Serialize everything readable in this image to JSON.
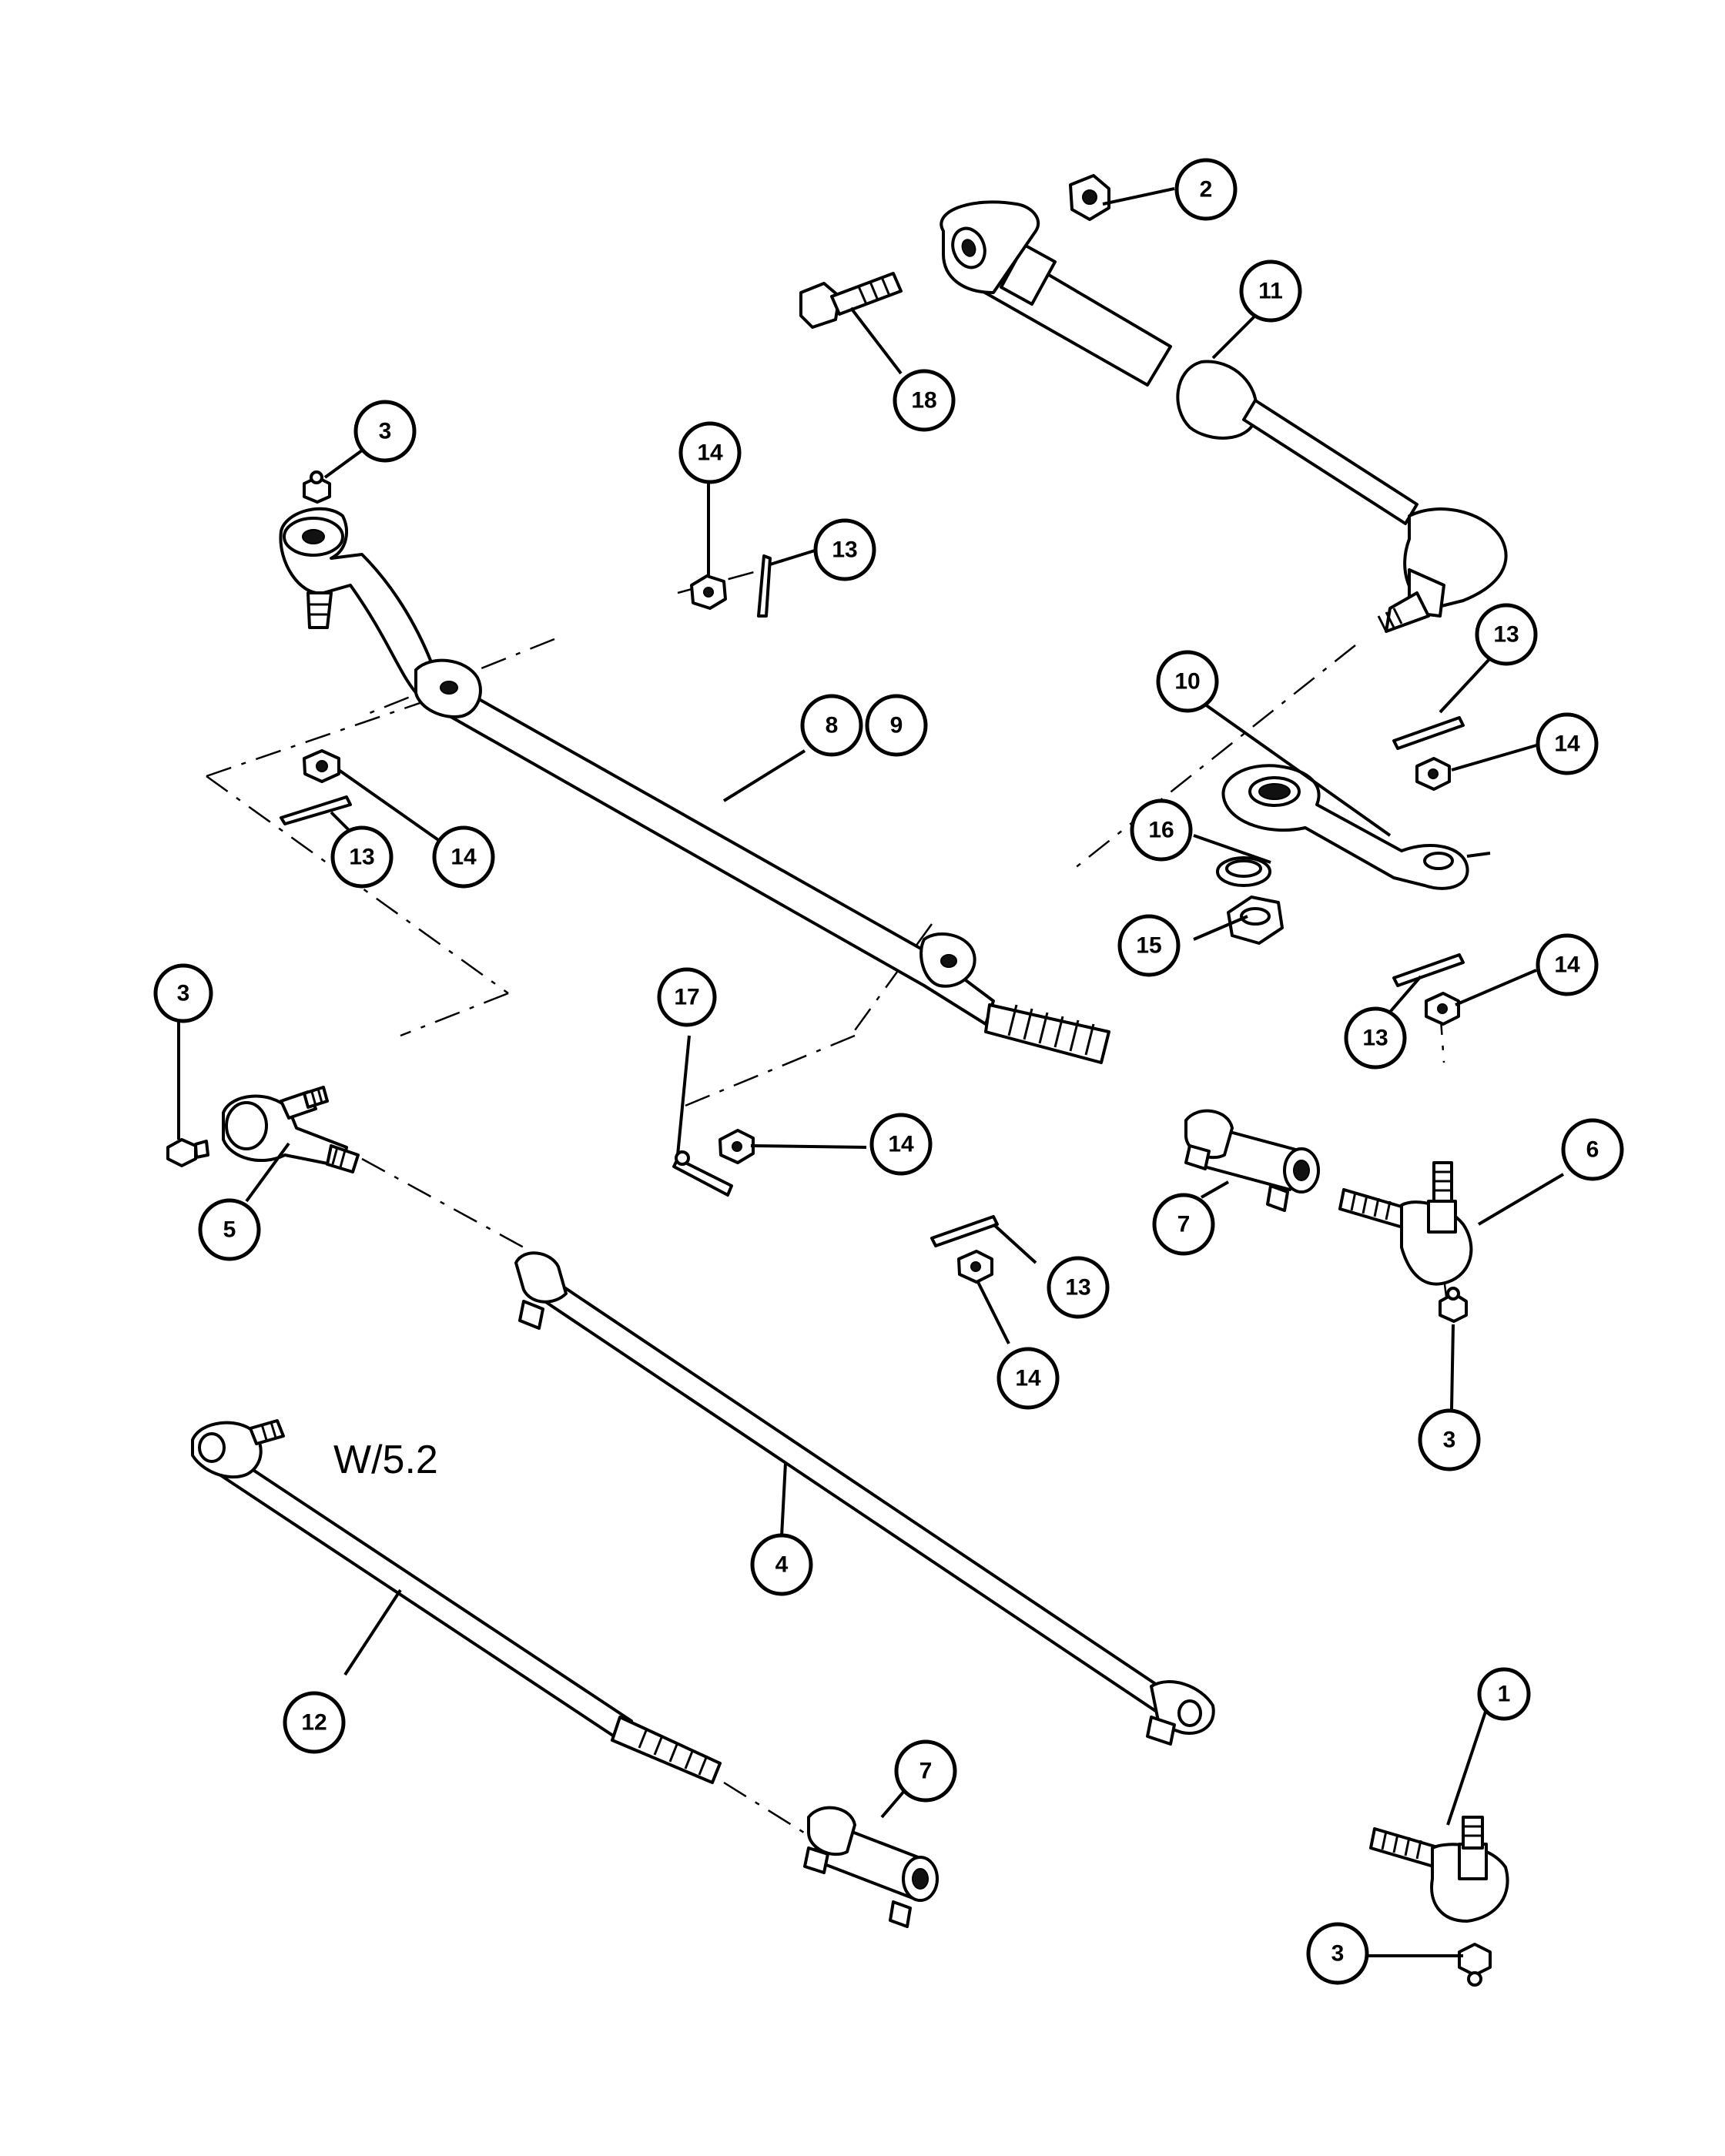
{
  "note": "W/5.2",
  "callouts": {
    "c1": "1",
    "c2": "2",
    "c3a": "3",
    "c3b": "3",
    "c3c": "3",
    "c3d": "3",
    "c4": "4",
    "c5": "5",
    "c6": "6",
    "c7a": "7",
    "c7b": "7",
    "c8": "8",
    "c9": "9",
    "c10": "10",
    "c11": "11",
    "c12": "12",
    "c13a": "13",
    "c13b": "13",
    "c13c": "13",
    "c13d": "13",
    "c13e": "13",
    "c14a": "14",
    "c14b": "14",
    "c14c": "14",
    "c14d": "14",
    "c14e": "14",
    "c14f": "14",
    "c15": "15",
    "c16": "16",
    "c17": "17",
    "c18": "18"
  }
}
